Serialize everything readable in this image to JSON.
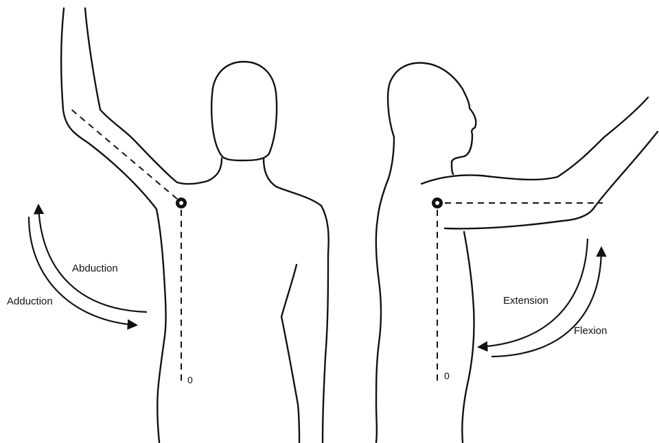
{
  "front_view": {
    "label_upper": "Abduction",
    "label_lower": "Adduction",
    "zero_mark": "0"
  },
  "side_view": {
    "label_upper": "Extension",
    "label_lower": "Flexion",
    "zero_mark": "0"
  }
}
